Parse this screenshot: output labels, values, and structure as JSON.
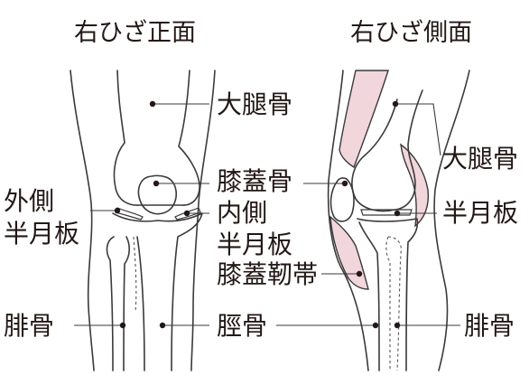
{
  "titles": {
    "front": "右ひざ正面",
    "side": "右ひざ側面"
  },
  "front_labels": {
    "femur": "大腿骨",
    "patella": "膝蓋骨",
    "lateral_meniscus_line1": "外側",
    "lateral_meniscus_line2": "半月板",
    "medial_meniscus_line1": "内側",
    "medial_meniscus_line2": "半月板",
    "fibula": "腓骨",
    "tibia": "脛骨"
  },
  "side_labels": {
    "femur": "大腿骨",
    "meniscus": "半月板",
    "patellar_ligament": "膝蓋靭帯",
    "fibula": "腓骨"
  },
  "colors": {
    "ink": "#231815",
    "ligament": "#f1d6dc"
  }
}
